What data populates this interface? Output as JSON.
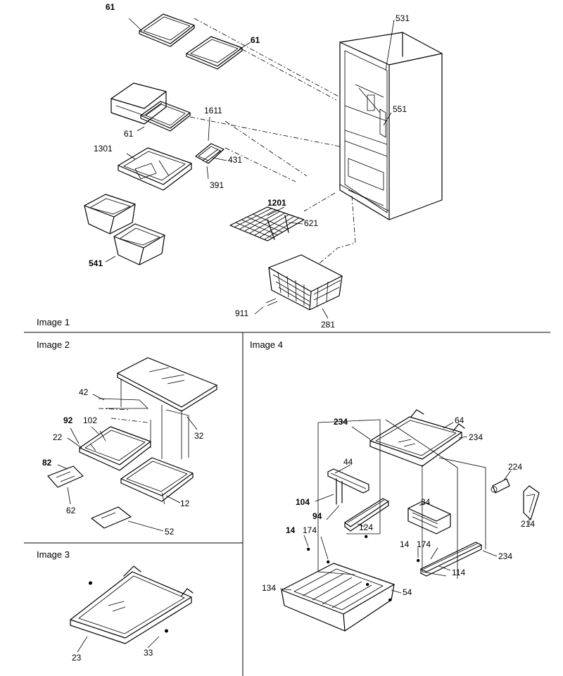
{
  "panels": {
    "image1": "Image 1",
    "image2": "Image 2",
    "image3": "Image 3",
    "image4": "Image 4"
  },
  "parts": {
    "image1": [
      "61",
      "61",
      "531",
      "551",
      "61",
      "1611",
      "1301",
      "431",
      "391",
      "1201",
      "621",
      "541",
      "911",
      "281"
    ],
    "image2": [
      "42",
      "32",
      "92",
      "102",
      "22",
      "82",
      "62",
      "12",
      "52"
    ],
    "image3": [
      "23",
      "33"
    ],
    "image4": [
      "234",
      "64",
      "234",
      "224",
      "44",
      "104",
      "94",
      "34",
      "124",
      "214",
      "14",
      "174",
      "14",
      "174",
      "234",
      "134",
      "114",
      "54"
    ]
  }
}
